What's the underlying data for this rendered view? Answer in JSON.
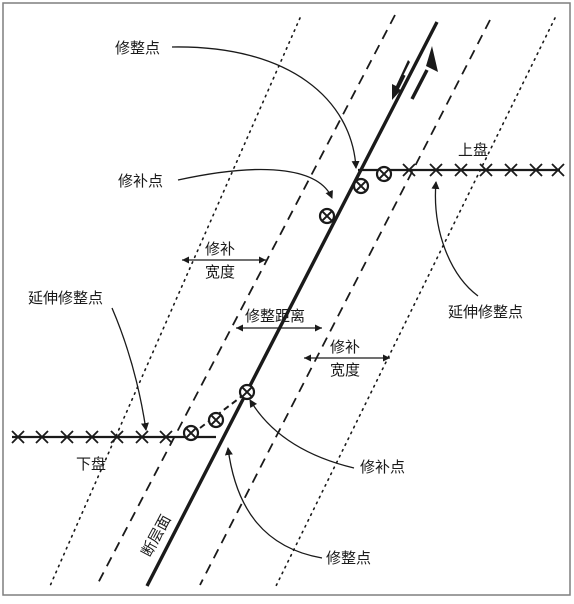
{
  "labels": {
    "xiuzheng_top": "修整点",
    "xiubu_top": "修补点",
    "width_left_1": "修补",
    "width_left_2": "宽度",
    "yanshen_left": "延伸修整点",
    "shangpan": "上盘",
    "yanshen_right": "延伸修整点",
    "distance": "修整距离",
    "width_right_1": "修补",
    "width_right_2": "宽度",
    "xiapan": "下盘",
    "xiubu_bottom": "修补点",
    "fault_plane": "断层面",
    "xiuzheng_bottom": "修整点"
  },
  "colors": {
    "ink": "#1a1a1a",
    "border": "#7f7f7f",
    "background": "#ffffff"
  },
  "icons": {
    "cross_marker": "x-mark",
    "repair_marker": "circle-x",
    "movement_arrows": "shear-arrows"
  }
}
